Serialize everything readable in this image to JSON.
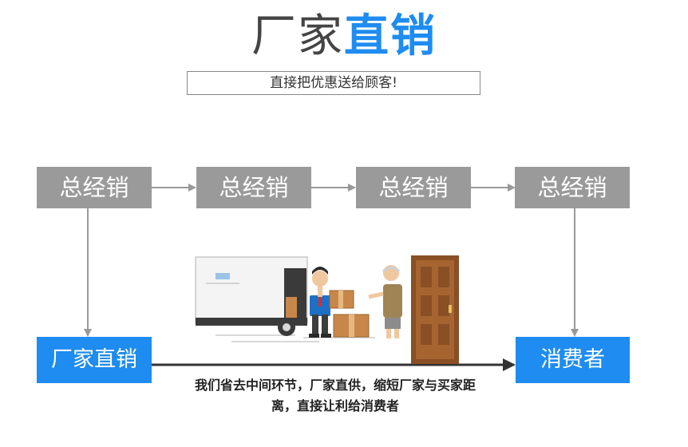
{
  "header": {
    "title_part1": "厂家",
    "title_part2": "直销",
    "subtitle": "直接把优惠送给顾客!"
  },
  "distributors": [
    "总经销",
    "总经销",
    "总经销",
    "总经销"
  ],
  "factory_label": "厂家直销",
  "consumer_label": "消费者",
  "caption": {
    "line1": "我们省去中间环节，厂家直供，缩短厂家与买家距",
    "line2": "离，直接让利给消费者"
  },
  "colors": {
    "accent_blue": "#1e8cf0",
    "box_gray": "#9a9a9a",
    "arrow_gray": "#999999",
    "arrow_dark": "#333333"
  },
  "illustration": {
    "items": [
      "delivery-truck",
      "delivery-man",
      "package-boxes",
      "customer",
      "wooden-door"
    ]
  }
}
